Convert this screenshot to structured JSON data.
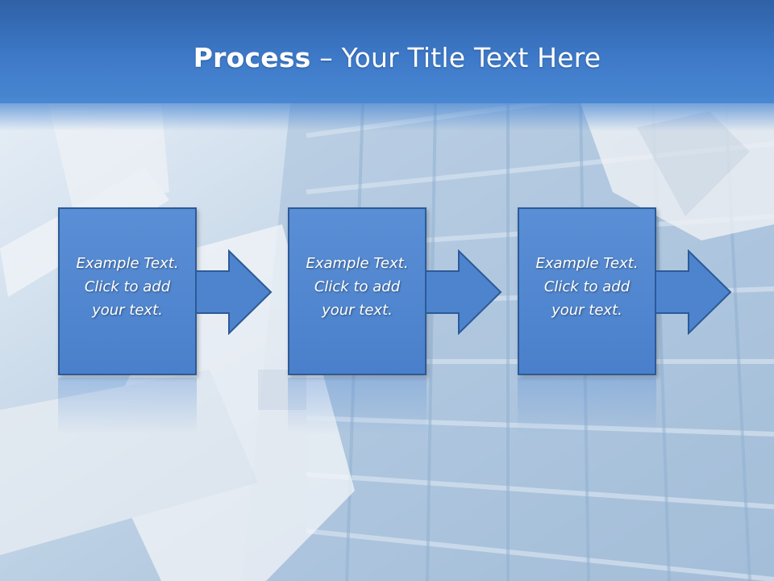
{
  "slide": {
    "title_bold": "Process",
    "title_rest": " – Your Title Text Here"
  },
  "steps": [
    {
      "text": "Example Text.\nClick  to add\nyour text."
    },
    {
      "text": "Example Text.\nClick  to add\nyour text."
    },
    {
      "text": "Example Text.\nClick  to add\nyour text."
    }
  ],
  "colors": {
    "header": "#3d79c8",
    "box_fill": "#5087d0",
    "box_border": "#2c5a97",
    "text": "#ffffff"
  },
  "icons": [
    "right-arrow-icon"
  ]
}
